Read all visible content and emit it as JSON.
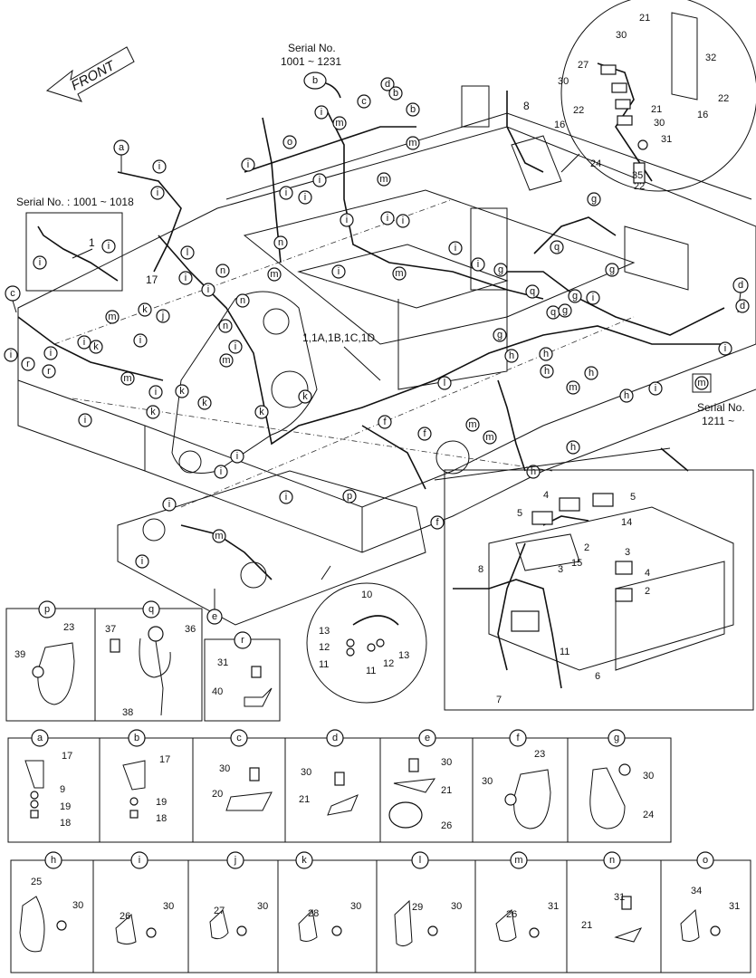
{
  "front_label": "FRONT",
  "serial_top": {
    "line1": "Serial No.",
    "line2": "1001 ~ 1231"
  },
  "serial_left": "Serial No. : 1001 ~ 1018",
  "serial_right": {
    "line1": "Serial No.",
    "line2": "1211 ~"
  },
  "assembly_label": "1,1A,1B,1C,1D",
  "main_callouts": [
    {
      "id": "c-a-top",
      "text": "a"
    },
    {
      "id": "c-b-top",
      "text": "b"
    },
    {
      "id": "c-c-left",
      "text": "c"
    },
    {
      "id": "c-d-right",
      "text": "d"
    },
    {
      "id": "c-e-bottom",
      "text": "e"
    },
    {
      "id": "c-m-right",
      "text": "m"
    }
  ],
  "numbers": {
    "n1": "1",
    "n2": "2",
    "n3": "3",
    "n4": "4",
    "n5": "5",
    "n6": "6",
    "n7": "7",
    "n8": "8",
    "n10": "10",
    "n11": "11",
    "n12": "12",
    "n13": "13",
    "n14": "14",
    "n15": "15",
    "n16": "16",
    "n17": "17",
    "n21": "21",
    "n22": "22",
    "n24": "24",
    "n27": "27",
    "n30": "30",
    "n31": "31",
    "n32": "32",
    "n35": "35"
  },
  "detail_row1": [
    {
      "key": "p",
      "parts": [
        "23",
        "39"
      ]
    },
    {
      "key": "q",
      "parts": [
        "37",
        "36",
        "38"
      ]
    },
    {
      "key": "r",
      "parts": [
        "31",
        "40"
      ]
    }
  ],
  "detail_row2": [
    {
      "key": "a",
      "parts": [
        "17",
        "9",
        "19",
        "18"
      ]
    },
    {
      "key": "b",
      "parts": [
        "17",
        "19",
        "18"
      ]
    },
    {
      "key": "c",
      "parts": [
        "30",
        "20"
      ]
    },
    {
      "key": "d",
      "parts": [
        "30",
        "21"
      ]
    },
    {
      "key": "e",
      "parts": [
        "30",
        "21",
        "26"
      ]
    },
    {
      "key": "f",
      "parts": [
        "23",
        "30"
      ]
    },
    {
      "key": "g",
      "parts": [
        "30",
        "24"
      ]
    }
  ],
  "detail_row3": [
    {
      "key": "h",
      "parts": [
        "25",
        "30"
      ]
    },
    {
      "key": "i",
      "parts": [
        "26",
        "30"
      ]
    },
    {
      "key": "j",
      "parts": [
        "27",
        "30"
      ]
    },
    {
      "key": "k",
      "parts": [
        "28",
        "30"
      ]
    },
    {
      "key": "l",
      "parts": [
        "29",
        "30"
      ]
    },
    {
      "key": "m",
      "parts": [
        "26",
        "31"
      ]
    },
    {
      "key": "n",
      "parts": [
        "31",
        "21"
      ]
    },
    {
      "key": "o",
      "parts": [
        "34",
        "31"
      ]
    }
  ],
  "frame_callouts": [
    "i",
    "i",
    "i",
    "i",
    "i",
    "i",
    "i",
    "i",
    "i",
    "i",
    "i",
    "i",
    "i",
    "i",
    "i",
    "i",
    "i",
    "i",
    "i",
    "i",
    "i",
    "i",
    "i",
    "i",
    "i",
    "i",
    "i",
    "k",
    "k",
    "k",
    "k",
    "k",
    "k",
    "k",
    "m",
    "m",
    "m",
    "m",
    "m",
    "m",
    "m",
    "m",
    "m",
    "n",
    "n",
    "n",
    "n",
    "g",
    "g",
    "g",
    "g",
    "g",
    "g",
    "g",
    "h",
    "h",
    "h",
    "h",
    "h",
    "h",
    "h",
    "j",
    "j",
    "l",
    "l",
    "f",
    "f",
    "f",
    "p",
    "p",
    "q",
    "q",
    "q",
    "o",
    "c",
    "d",
    "d",
    "b",
    "b",
    "r",
    "r"
  ]
}
